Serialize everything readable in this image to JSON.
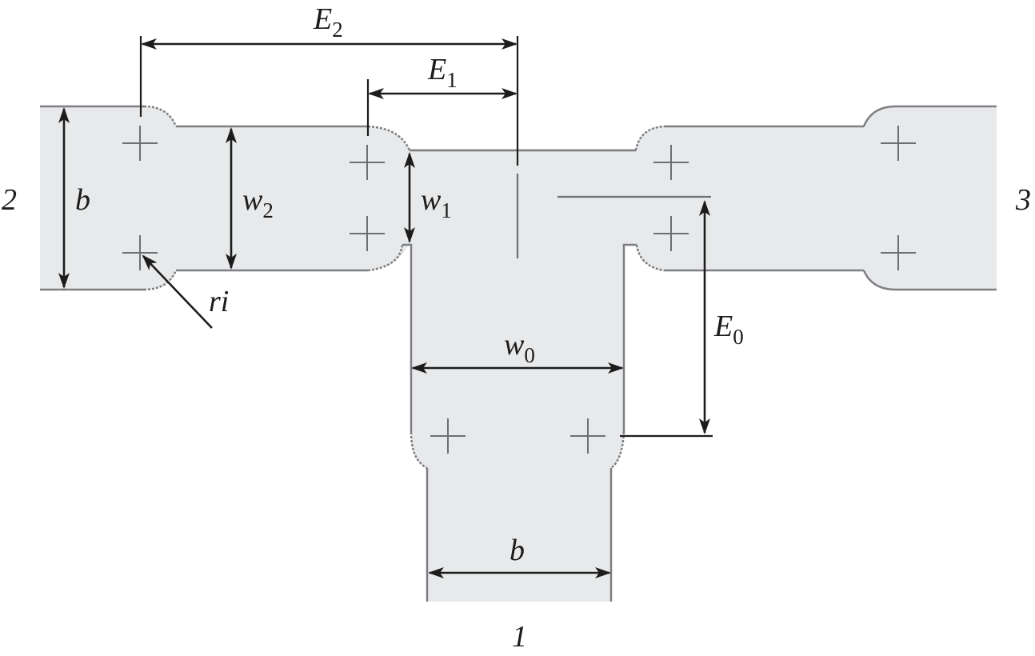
{
  "diagram": {
    "title": "T-junction waveguide layout with dimension labels",
    "colors": {
      "fill": "#e8e9ea",
      "outline": "#7d7f82",
      "dimension": "#1c1c1c"
    },
    "ports": [
      {
        "id": "port-1",
        "label": "1"
      },
      {
        "id": "port-2",
        "label": "2"
      },
      {
        "id": "port-3",
        "label": "3"
      }
    ],
    "dimensions": {
      "E2": {
        "main": "E",
        "sub": "2"
      },
      "E1": {
        "main": "E",
        "sub": "1"
      },
      "E0": {
        "main": "E",
        "sub": "0"
      },
      "w2": {
        "main": "w",
        "sub": "2"
      },
      "w1": {
        "main": "w",
        "sub": "1"
      },
      "w0": {
        "main": "w",
        "sub": "0"
      },
      "b_left": {
        "main": "b"
      },
      "b_bottom": {
        "main": "b"
      },
      "ri": {
        "main": "ri"
      }
    }
  }
}
